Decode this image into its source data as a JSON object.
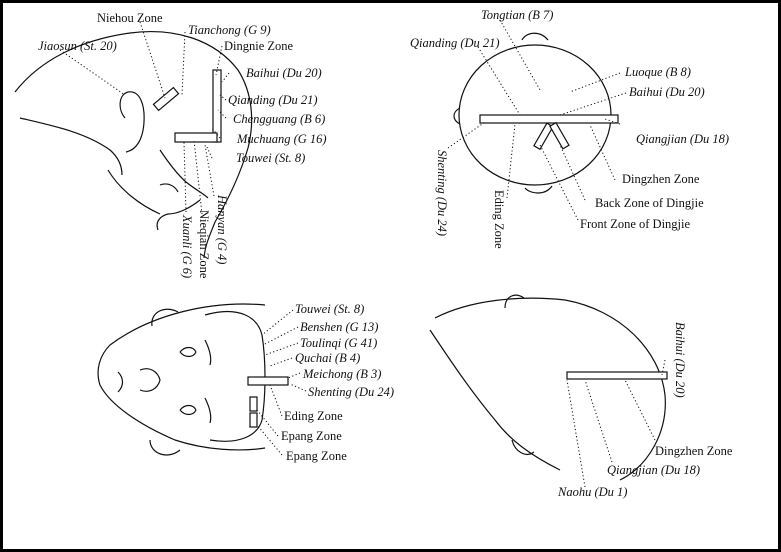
{
  "figures": [
    {
      "id": "lateral-head",
      "labels": [
        {
          "key": "niehou",
          "text": "Niehou Zone",
          "italic": false
        },
        {
          "key": "tianchong",
          "text": "Tianchong (G 9)",
          "italic": true
        },
        {
          "key": "jiaosun",
          "text": "Jiaosun (St. 20)",
          "italic": true
        },
        {
          "key": "dingnie",
          "text": "Dingnie Zone",
          "italic": false
        },
        {
          "key": "baihui",
          "text": "Baihui (Du 20)",
          "italic": true
        },
        {
          "key": "qianding",
          "text": "Qianding (Du 21)",
          "italic": true
        },
        {
          "key": "chengguang",
          "text": "Chengguang (B 6)",
          "italic": true
        },
        {
          "key": "muchuang",
          "text": "Muchuang (G 16)",
          "italic": true
        },
        {
          "key": "touwei",
          "text": "Touwei (St. 8)",
          "italic": true
        },
        {
          "key": "hanyan",
          "text": "Hanyan (G 4)",
          "italic": true
        },
        {
          "key": "nieqian",
          "text": "Nieqian Zone",
          "italic": false
        },
        {
          "key": "xuanli",
          "text": "Xuanli (G 6)",
          "italic": true
        }
      ]
    },
    {
      "id": "top-head",
      "labels": [
        {
          "key": "tongtian",
          "text": "Tongtian (B 7)",
          "italic": true
        },
        {
          "key": "qianding",
          "text": "Qianding (Du 21)",
          "italic": true
        },
        {
          "key": "luoque",
          "text": "Luoque (B 8)",
          "italic": true
        },
        {
          "key": "baihui",
          "text": "Baihui (Du 20)",
          "italic": true
        },
        {
          "key": "qiangjian",
          "text": "Qiangjian (Du 18)",
          "italic": true
        },
        {
          "key": "dingzhen",
          "text": "Dingzhen Zone",
          "italic": false
        },
        {
          "key": "backzone",
          "text": "Back Zone of Dingjie",
          "italic": false
        },
        {
          "key": "frontzone",
          "text": "Front Zone of Dingjie",
          "italic": false
        },
        {
          "key": "shenting",
          "text": "Shenting (Du 24)",
          "italic": true
        },
        {
          "key": "eding",
          "text": "Eding Zone",
          "italic": false
        }
      ]
    },
    {
      "id": "front-face",
      "labels": [
        {
          "key": "touwei",
          "text": "Touwei (St. 8)",
          "italic": true
        },
        {
          "key": "benshen",
          "text": "Benshen (G 13)",
          "italic": true
        },
        {
          "key": "toulinqi",
          "text": "Toulinqi (G 41)",
          "italic": true
        },
        {
          "key": "quchai",
          "text": "Quchai (B 4)",
          "italic": true
        },
        {
          "key": "meichong",
          "text": "Meichong (B 3)",
          "italic": true
        },
        {
          "key": "shenting",
          "text": "Shenting (Du 24)",
          "italic": true
        },
        {
          "key": "eding",
          "text": "Eding Zone",
          "italic": false
        },
        {
          "key": "epang1",
          "text": "Epang Zone",
          "italic": false
        },
        {
          "key": "epang2",
          "text": "Epang Zone",
          "italic": false
        }
      ]
    },
    {
      "id": "back-head",
      "labels": [
        {
          "key": "baihui",
          "text": "Baihui (Du 20)",
          "italic": true
        },
        {
          "key": "dingzhen",
          "text": "Dingzhen Zone",
          "italic": false
        },
        {
          "key": "qiangjian",
          "text": "Qiangjian (Du 18)",
          "italic": true
        },
        {
          "key": "naohu",
          "text": "Naohu (Du 1)",
          "italic": true
        }
      ]
    }
  ]
}
